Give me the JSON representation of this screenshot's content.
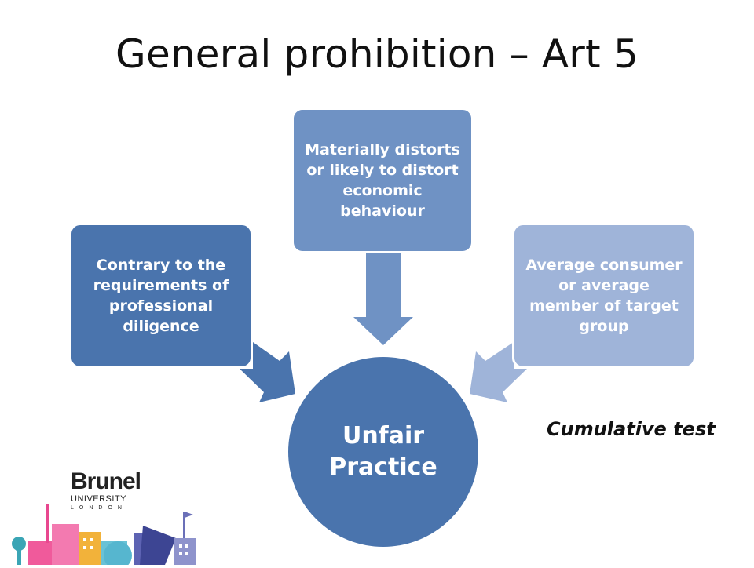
{
  "title": "General prohibition – Art 5",
  "diagram": {
    "left_box": "Contrary to the requirements of professional diligence",
    "top_box": "Materially distorts or likely to distort economic behaviour",
    "right_box": "Average consumer or average member of target group",
    "center": "Unfair Practice",
    "note": "Cumulative test"
  },
  "logo": {
    "name": "Brunel",
    "line2": "UNIVERSITY",
    "line3": "LONDON"
  },
  "colors": {
    "dark_blue": "#4a74ad",
    "mid_blue": "#6f92c4",
    "light_blue": "#9fb4d9"
  }
}
